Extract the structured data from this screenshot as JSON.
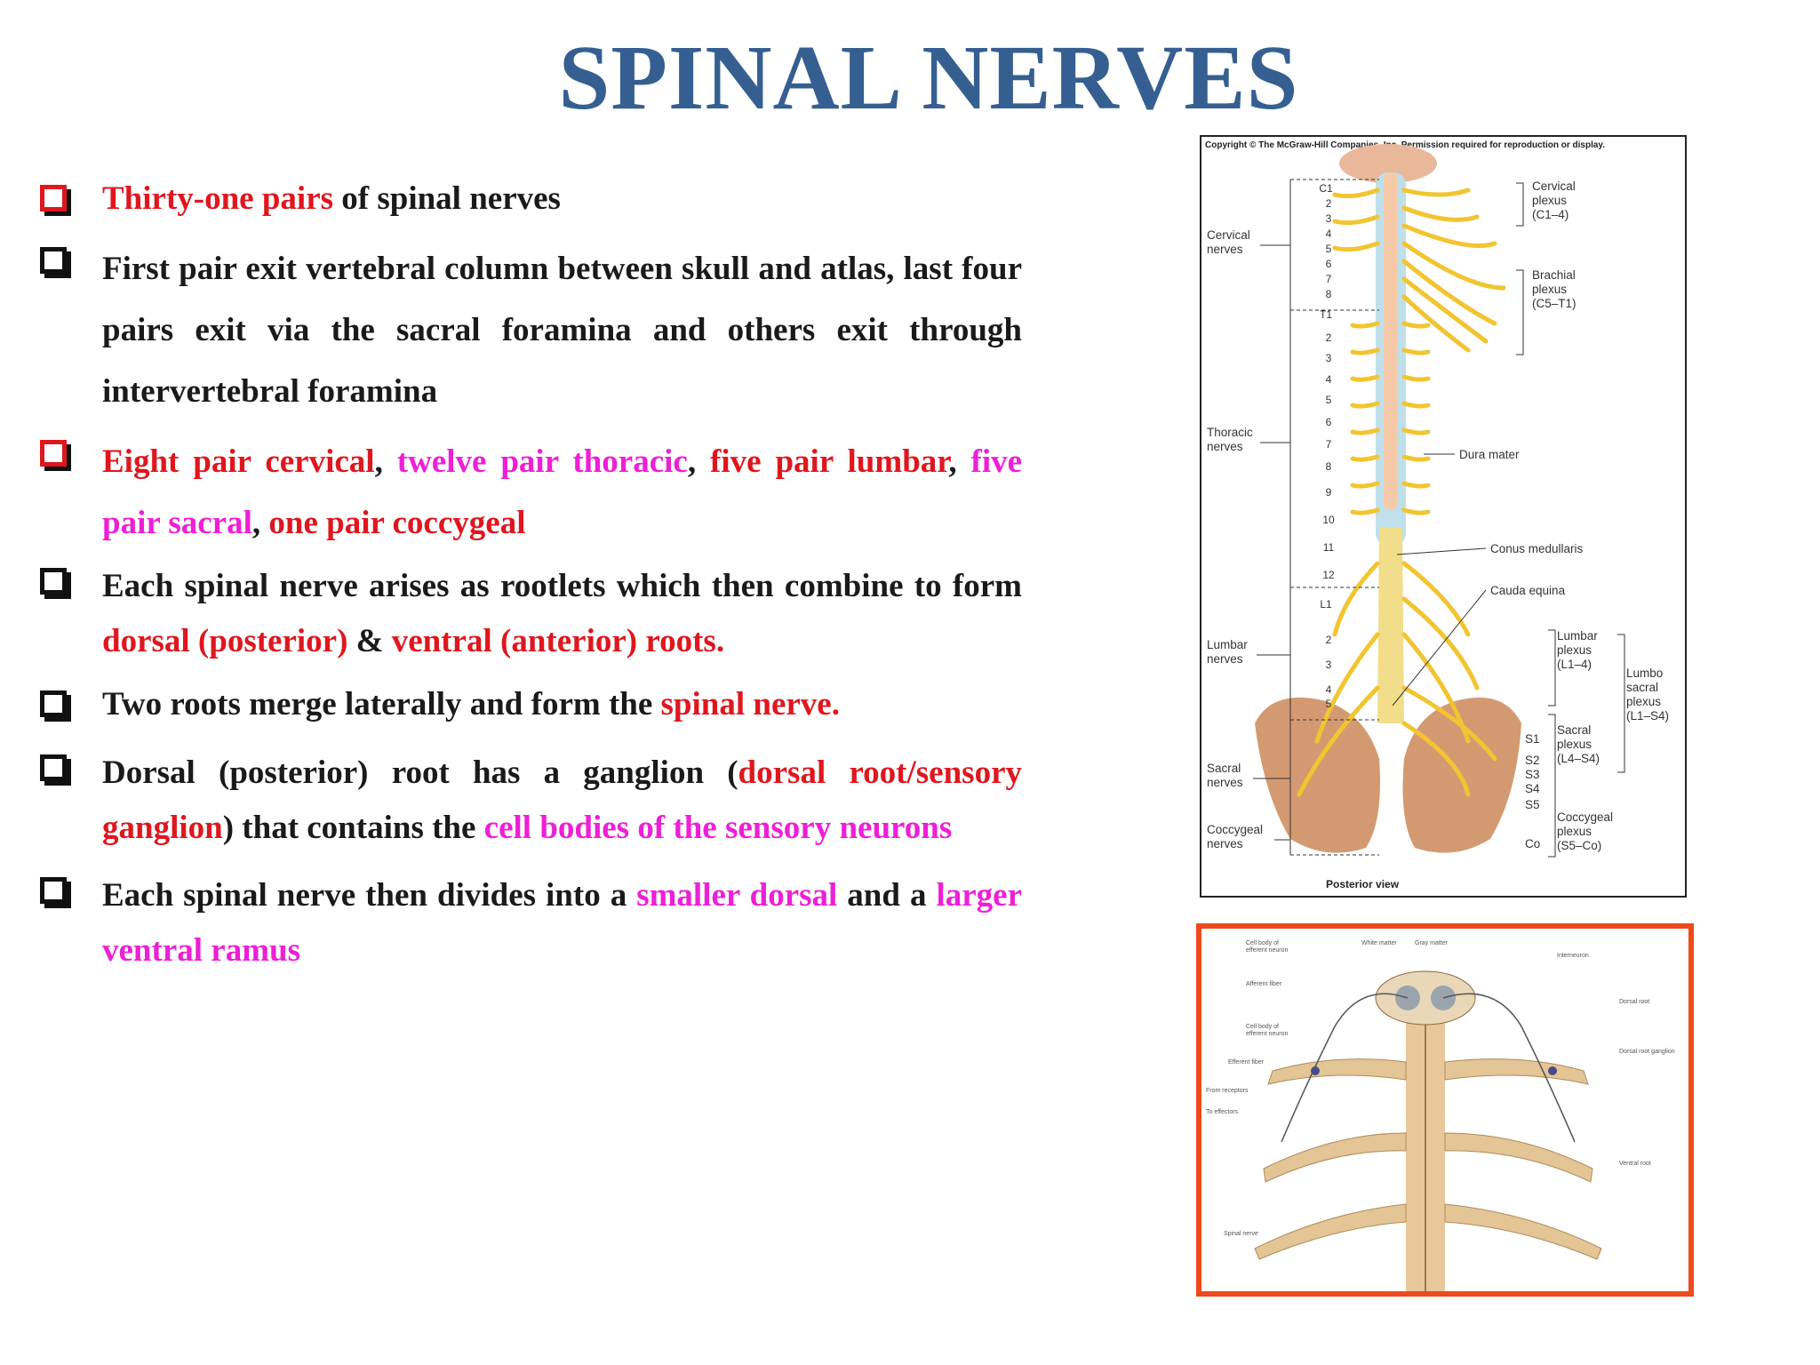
{
  "title": "SPINAL NERVES",
  "bullets": {
    "b1": {
      "red": "Thirty-one pairs",
      "rest": " of spinal nerves"
    },
    "b2": {
      "text": "First pair exit vertebral column between skull and atlas, last four pairs exit via the sacral foramina and others exit through intervertebral foramina"
    },
    "b3": {
      "cervical": "Eight pair cervical",
      "comma1": ", ",
      "thoracic": "twelve pair thoracic",
      "comma2": ", ",
      "lumbar": "five pair lumbar",
      "comma3": ", ",
      "sacral": "five pair sacral",
      "comma4": ", ",
      "coccygeal": "one pair coccygeal"
    },
    "b4": {
      "text": "Each spinal nerve arises as rootlets which then combine to form ",
      "dorsal": "dorsal (posterior)",
      "amp": " & ",
      "ventral": "ventral (anterior) roots."
    },
    "b5": {
      "text": "Two roots merge laterally and form the ",
      "red": "spinal nerve."
    },
    "b6": {
      "text1": "Dorsal (posterior) root has a ganglion (",
      "red": "dorsal root/sensory ganglion",
      "text2": ") that contains the ",
      "mag": "cell bodies of the sensory neurons"
    },
    "b7": {
      "text1": "Each spinal nerve then divides into a ",
      "mag1": "smaller dorsal",
      "text2": " and a ",
      "mag2": "larger ventral ramus"
    }
  },
  "figure1": {
    "copyright": "Copyright © The McGraw-Hill Companies, Inc. Permission required for reproduction or display.",
    "left_labels": {
      "cervical": [
        "Cervical",
        "nerves"
      ],
      "thoracic": [
        "Thoracic",
        "nerves"
      ],
      "lumbar": [
        "Lumbar",
        "nerves"
      ],
      "sacral": [
        "Sacral",
        "nerves"
      ],
      "coccygeal": [
        "Coccygeal",
        "nerves"
      ]
    },
    "vertebra_numbers": [
      "C1",
      "2",
      "3",
      "4",
      "5",
      "6",
      "7",
      "8",
      "T1",
      "2",
      "3",
      "4",
      "5",
      "6",
      "7",
      "8",
      "9",
      "10",
      "11",
      "12",
      "L1",
      "2",
      "3",
      "4",
      "5"
    ],
    "right_labels": {
      "cervical_plexus": [
        "Cervical",
        "plexus",
        "(C1–4)"
      ],
      "brachial_plexus": [
        "Brachial",
        "plexus",
        "(C5–T1)"
      ],
      "dura_mater": "Dura mater",
      "conus": "Conus medullaris",
      "cauda": "Cauda equina",
      "lumbar_plexus": [
        "Lumbar",
        "plexus",
        "(L1–4)"
      ],
      "lumbosacral_plexus": [
        "Lumbo",
        "sacral",
        "plexus",
        "(L1–S4)"
      ],
      "sacral_plexus": [
        "Sacral",
        "plexus",
        "(L4–S4)"
      ],
      "coccygeal_plexus": [
        "Coccygeal",
        "plexus",
        "(S5–Co)"
      ]
    },
    "sacral_numbers": [
      "S1",
      "S2",
      "S3",
      "S4",
      "S5",
      "Co"
    ],
    "caption": "Posterior view"
  },
  "figure2": {
    "labels_left": [
      "Cell body of",
      "efferent neuron",
      "Afferent fiber",
      "Cell body of",
      "efferent neuron",
      "Efferent fiber",
      "From receptors",
      "To effectors",
      "Spinal nerve"
    ],
    "labels_top": [
      "White matter",
      "Gray matter",
      "Interneuron"
    ],
    "labels_right": [
      "Dorsal root",
      "Dorsal root ganglion",
      "Ventral root"
    ]
  }
}
